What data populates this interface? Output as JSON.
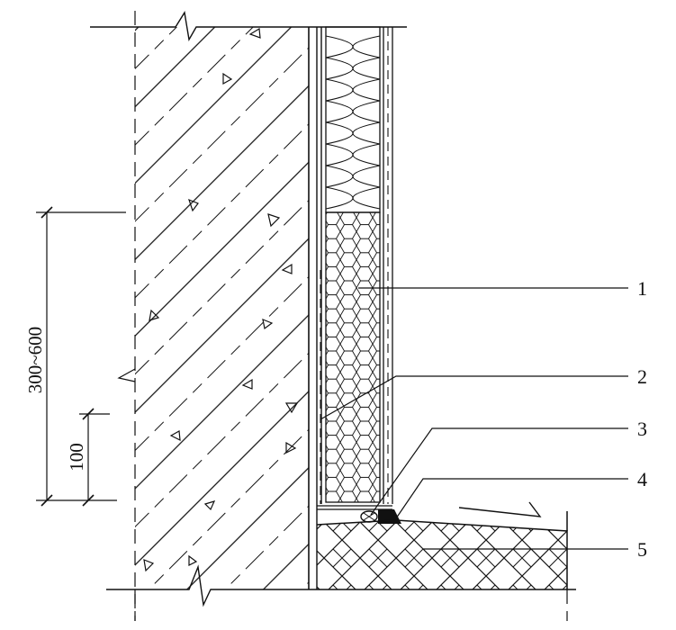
{
  "callouts": [
    {
      "id": "1",
      "text": "1"
    },
    {
      "id": "2",
      "text": "2"
    },
    {
      "id": "3",
      "text": "3"
    },
    {
      "id": "4",
      "text": "4"
    },
    {
      "id": "5",
      "text": "5"
    }
  ],
  "dimensions": {
    "outer": "300~600",
    "inner": "100"
  }
}
